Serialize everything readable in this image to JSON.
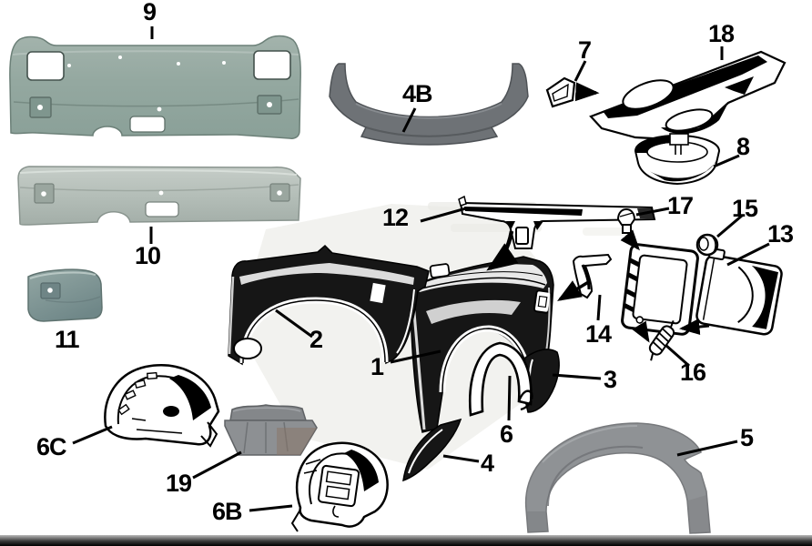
{
  "diagram": {
    "type": "exploded-parts-diagram",
    "subject": "car rear body and wing panels",
    "labels": {
      "p1": "1",
      "p2": "2",
      "p3": "3",
      "p4": "4",
      "p4b": "4B",
      "p5": "5",
      "p6": "6",
      "p6b": "6B",
      "p6c": "6C",
      "p7": "7",
      "p8": "8",
      "p9": "9",
      "p10": "10",
      "p11": "11",
      "p12": "12",
      "p13": "13",
      "p14": "14",
      "p15": "15",
      "p16": "16",
      "p17": "17",
      "p18": "18",
      "p19": "19"
    },
    "colors": {
      "panel_sage": "#97a9a1",
      "panel_silver": "#b7c0bb",
      "panel_teal": "#7d9394",
      "panel_darkgray": "#6e7276",
      "arch_gray": "#8f9295",
      "bracket_gray": "#8d9093",
      "ink": "#000000",
      "background": "#ffffff"
    }
  }
}
